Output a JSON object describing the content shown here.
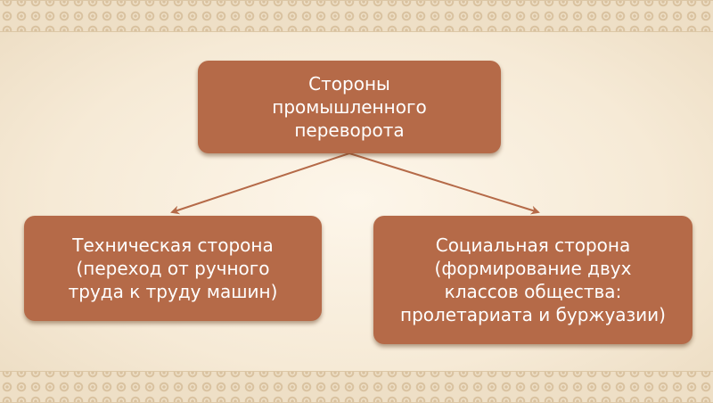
{
  "diagram": {
    "root": {
      "label": "Стороны\nпромышленного\nпереворота"
    },
    "children": [
      {
        "id": "technical",
        "label": "Техническая сторона\n(переход от ручного\nтруда к труду машин)"
      },
      {
        "id": "social",
        "label": "Социальная сторона\n(формирование двух\nклассов общества:\nпролетариата и буржуазии)"
      }
    ],
    "colors": {
      "box_fill": "#b56a48",
      "box_text": "#ffffff",
      "arrow": "#b56a48",
      "background": "#f6ead6",
      "ornament": "#d9c2a0"
    }
  }
}
